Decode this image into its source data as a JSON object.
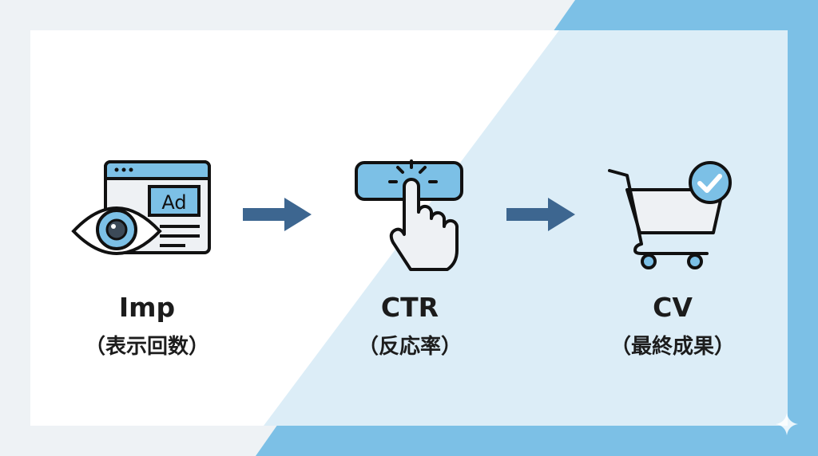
{
  "steps": [
    {
      "title": "Imp",
      "subtitle": "（表示回数）",
      "icon": "ad-view-eye-icon"
    },
    {
      "title": "CTR",
      "subtitle": "（反応率）",
      "icon": "click-button-icon"
    },
    {
      "title": "CV",
      "subtitle": "（最終成果）",
      "icon": "cart-check-icon"
    }
  ],
  "icon_text": {
    "ad": "Ad"
  },
  "colors": {
    "accent": "#7cc0e6",
    "arrow": "#3d6690",
    "light_blue": "#dcedf7",
    "background": "#eef2f5"
  }
}
